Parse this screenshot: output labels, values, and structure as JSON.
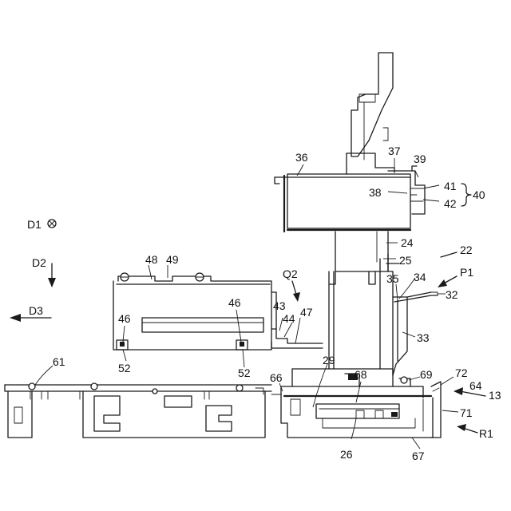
{
  "labels": {
    "n13": "13",
    "n22": "22",
    "n24": "24",
    "n25": "25",
    "n26": "26",
    "n29": "29",
    "n32": "32",
    "n33": "33",
    "n34": "34",
    "n35": "35",
    "n36": "36",
    "n37": "37",
    "n38": "38",
    "n39": "39",
    "n40": "40",
    "n41": "41",
    "n42": "42",
    "n43": "43",
    "n44": "44",
    "n46a": "46",
    "n46b": "46",
    "n47": "47",
    "n48": "48",
    "n49": "49",
    "n52a": "52",
    "n52b": "52",
    "n61": "61",
    "n64": "64",
    "n66": "66",
    "n67": "67",
    "n68": "68",
    "n69": "69",
    "n71": "71",
    "n72": "72",
    "p1": "P1",
    "q2": "Q2",
    "r1": "R1",
    "d1": "D1",
    "d2": "D2",
    "d3": "D3"
  },
  "symbols": {
    "d1_direction": "circle-cross-icon",
    "d2_direction": "arrow-down-icon",
    "d3_direction": "arrow-left-icon"
  }
}
